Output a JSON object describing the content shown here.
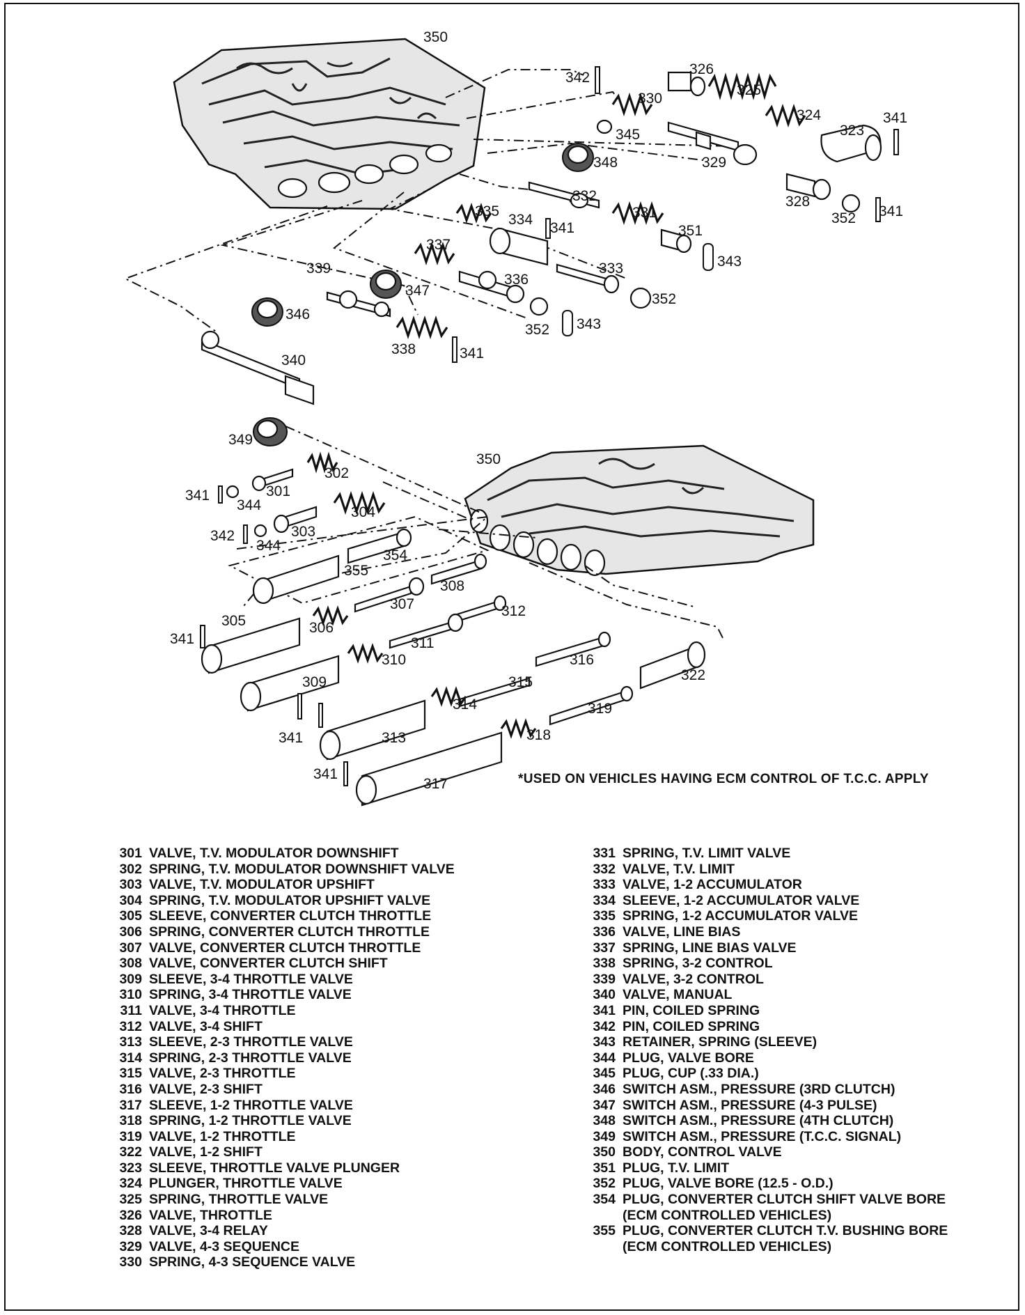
{
  "callouts": {
    "c350a": "350",
    "c342a": "342",
    "c326": "326",
    "c325": "325",
    "c330": "330",
    "c324": "324",
    "c341a": "341",
    "c323": "323",
    "c345": "345",
    "c348": "348",
    "c329": "329",
    "c332": "332",
    "c328": "328",
    "c341b": "341",
    "c352a": "352",
    "c335": "335",
    "c334": "334",
    "c341c": "341",
    "c331": "331",
    "c351": "351",
    "c343a": "343",
    "c337": "337",
    "c333": "333",
    "c339": "339",
    "c336": "336",
    "c347": "347",
    "c352b": "352",
    "c346": "346",
    "c352c": "352",
    "c343b": "343",
    "c338": "338",
    "c341d": "341",
    "c340": "340",
    "c349": "349",
    "c302": "302",
    "c341e": "341",
    "c301": "301",
    "c344a": "344",
    "c304": "304",
    "c342b": "342",
    "c303": "303",
    "c344b": "344",
    "c350b": "350",
    "c354": "354",
    "c355": "355",
    "c308": "308",
    "c307": "307",
    "c305": "305",
    "c306": "306",
    "c312": "312",
    "c341f": "341",
    "c311": "311",
    "c310": "310",
    "c316": "316",
    "c322": "322",
    "c309": "309",
    "c315": "315",
    "c314": "314",
    "c319": "319",
    "c341g": "341",
    "c313": "313",
    "c318": "318",
    "c341h": "341",
    "c317": "317"
  },
  "footnote": "*USED ON VEHICLES HAVING ECM CONTROL OF T.C.C. APPLY",
  "legend_left": [
    {
      "num": "301",
      "desc": "VALVE, T.V. MODULATOR DOWNSHIFT"
    },
    {
      "num": "302",
      "desc": "SPRING, T.V. MODULATOR DOWNSHIFT VALVE"
    },
    {
      "num": "303",
      "desc": "VALVE, T.V. MODULATOR UPSHIFT"
    },
    {
      "num": "304",
      "desc": "SPRING, T.V. MODULATOR UPSHIFT VALVE"
    },
    {
      "num": "305",
      "desc": "SLEEVE, CONVERTER CLUTCH THROTTLE"
    },
    {
      "num": "306",
      "desc": "SPRING, CONVERTER CLUTCH THROTTLE"
    },
    {
      "num": "307",
      "desc": "VALVE, CONVERTER CLUTCH THROTTLE"
    },
    {
      "num": "308",
      "desc": "VALVE, CONVERTER CLUTCH SHIFT"
    },
    {
      "num": "309",
      "desc": "SLEEVE, 3-4 THROTTLE VALVE"
    },
    {
      "num": "310",
      "desc": "SPRING, 3-4 THROTTLE VALVE"
    },
    {
      "num": "311",
      "desc": "VALVE, 3-4 THROTTLE"
    },
    {
      "num": "312",
      "desc": "VALVE, 3-4 SHIFT"
    },
    {
      "num": "313",
      "desc": "SLEEVE, 2-3 THROTTLE VALVE"
    },
    {
      "num": "314",
      "desc": "SPRING, 2-3 THROTTLE VALVE"
    },
    {
      "num": "315",
      "desc": "VALVE, 2-3 THROTTLE"
    },
    {
      "num": "316",
      "desc": "VALVE, 2-3 SHIFT"
    },
    {
      "num": "317",
      "desc": "SLEEVE, 1-2 THROTTLE VALVE"
    },
    {
      "num": "318",
      "desc": "SPRING, 1-2 THROTTLE VALVE"
    },
    {
      "num": "319",
      "desc": "VALVE, 1-2 THROTTLE"
    },
    {
      "num": "322",
      "desc": "VALVE, 1-2 SHIFT"
    },
    {
      "num": "323",
      "desc": "SLEEVE, THROTTLE VALVE PLUNGER"
    },
    {
      "num": "324",
      "desc": "PLUNGER, THROTTLE VALVE"
    },
    {
      "num": "325",
      "desc": "SPRING, THROTTLE VALVE"
    },
    {
      "num": "326",
      "desc": "VALVE, THROTTLE"
    },
    {
      "num": "328",
      "desc": "VALVE, 3-4 RELAY"
    },
    {
      "num": "329",
      "desc": "VALVE, 4-3 SEQUENCE"
    },
    {
      "num": "330",
      "desc": "SPRING, 4-3 SEQUENCE VALVE"
    }
  ],
  "legend_right": [
    {
      "num": "331",
      "desc": "SPRING, T.V. LIMIT VALVE"
    },
    {
      "num": "332",
      "desc": "VALVE, T.V. LIMIT"
    },
    {
      "num": "333",
      "desc": "VALVE, 1-2 ACCUMULATOR"
    },
    {
      "num": "334",
      "desc": "SLEEVE, 1-2 ACCUMULATOR VALVE"
    },
    {
      "num": "335",
      "desc": "SPRING, 1-2 ACCUMULATOR VALVE"
    },
    {
      "num": "336",
      "desc": "VALVE, LINE BIAS"
    },
    {
      "num": "337",
      "desc": "SPRING, LINE BIAS VALVE"
    },
    {
      "num": "338",
      "desc": "SPRING, 3-2 CONTROL"
    },
    {
      "num": "339",
      "desc": "VALVE, 3-2 CONTROL"
    },
    {
      "num": "340",
      "desc": "VALVE, MANUAL"
    },
    {
      "num": "341",
      "desc": "PIN, COILED SPRING"
    },
    {
      "num": "342",
      "desc": "PIN, COILED SPRING"
    },
    {
      "num": "343",
      "desc": "RETAINER, SPRING (SLEEVE)"
    },
    {
      "num": "344",
      "desc": "PLUG, VALVE BORE"
    },
    {
      "num": "345",
      "desc": "PLUG, CUP (.33 DIA.)"
    },
    {
      "num": "346",
      "desc": "SWITCH ASM., PRESSURE (3RD CLUTCH)"
    },
    {
      "num": "347",
      "desc": "SWITCH ASM., PRESSURE (4-3 PULSE)"
    },
    {
      "num": "348",
      "desc": "SWITCH ASM., PRESSURE (4TH CLUTCH)"
    },
    {
      "num": "349",
      "desc": "SWITCH ASM., PRESSURE (T.C.C. SIGNAL)"
    },
    {
      "num": "350",
      "desc": "BODY, CONTROL VALVE"
    },
    {
      "num": "351",
      "desc": "PLUG, T.V. LIMIT"
    },
    {
      "num": "352",
      "desc": "PLUG, VALVE BORE (12.5 - O.D.)"
    },
    {
      "num": "354",
      "desc": "PLUG, CONVERTER CLUTCH SHIFT VALVE BORE (ECM CONTROLLED VEHICLES)"
    },
    {
      "num": "355",
      "desc": "PLUG, CONVERTER CLUTCH T.V. BUSHING BORE (ECM CONTROLLED VEHICLES)"
    }
  ]
}
